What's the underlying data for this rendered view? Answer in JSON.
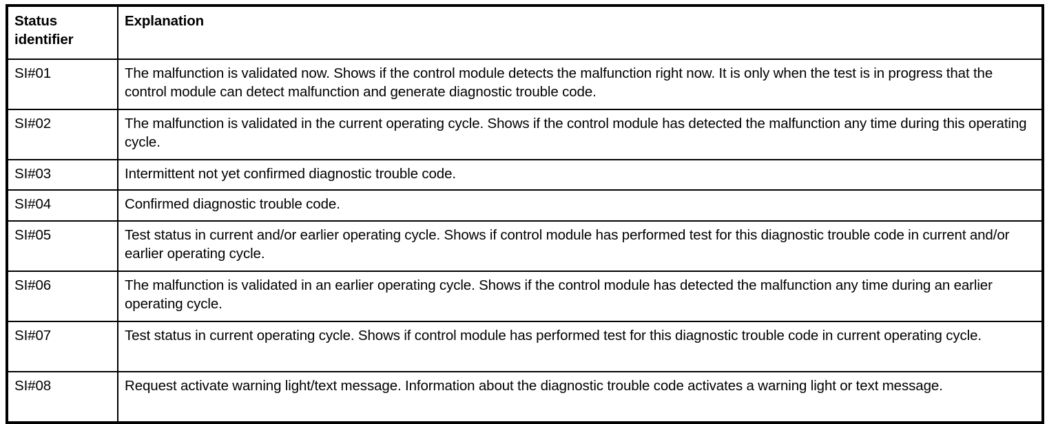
{
  "table": {
    "columns": [
      {
        "key": "status_identifier",
        "label": "Status identifier"
      },
      {
        "key": "explanation",
        "label": "Explanation"
      }
    ],
    "header": {
      "status_identifier": "Status identifier",
      "explanation": "Explanation"
    },
    "rows": [
      {
        "status_identifier": "SI#01",
        "explanation": "The malfunction is validated now. Shows if the control module detects the malfunction right now. It is only when the test is in progress that the control module can detect malfunction and generate diagnostic trouble code."
      },
      {
        "status_identifier": "SI#02",
        "explanation": "The malfunction is validated in the current operating cycle. Shows if the control module has detected the malfunction any time during this operating cycle."
      },
      {
        "status_identifier": "SI#03",
        "explanation": "Intermittent not yet confirmed diagnostic trouble code."
      },
      {
        "status_identifier": "SI#04",
        "explanation": "Confirmed diagnostic trouble code."
      },
      {
        "status_identifier": "SI#05",
        "explanation": "Test status in current and/or earlier operating cycle. Shows if control module has performed test for this diagnostic trouble code in current and/or earlier operating cycle."
      },
      {
        "status_identifier": "SI#06",
        "explanation": "The malfunction is validated in an earlier operating cycle. Shows if the control module has detected the malfunction any time during an earlier operating cycle."
      },
      {
        "status_identifier": "SI#07",
        "explanation": "Test status in current operating cycle. Shows if control module has performed test for this diagnostic trouble code in current operating cycle."
      },
      {
        "status_identifier": "SI#08",
        "explanation": "Request activate warning light/text message. Information about the diagnostic trouble code activates a warning light or text message."
      }
    ]
  },
  "style": {
    "text_color": "#000000",
    "background_color": "#ffffff",
    "border_color": "#000000"
  }
}
